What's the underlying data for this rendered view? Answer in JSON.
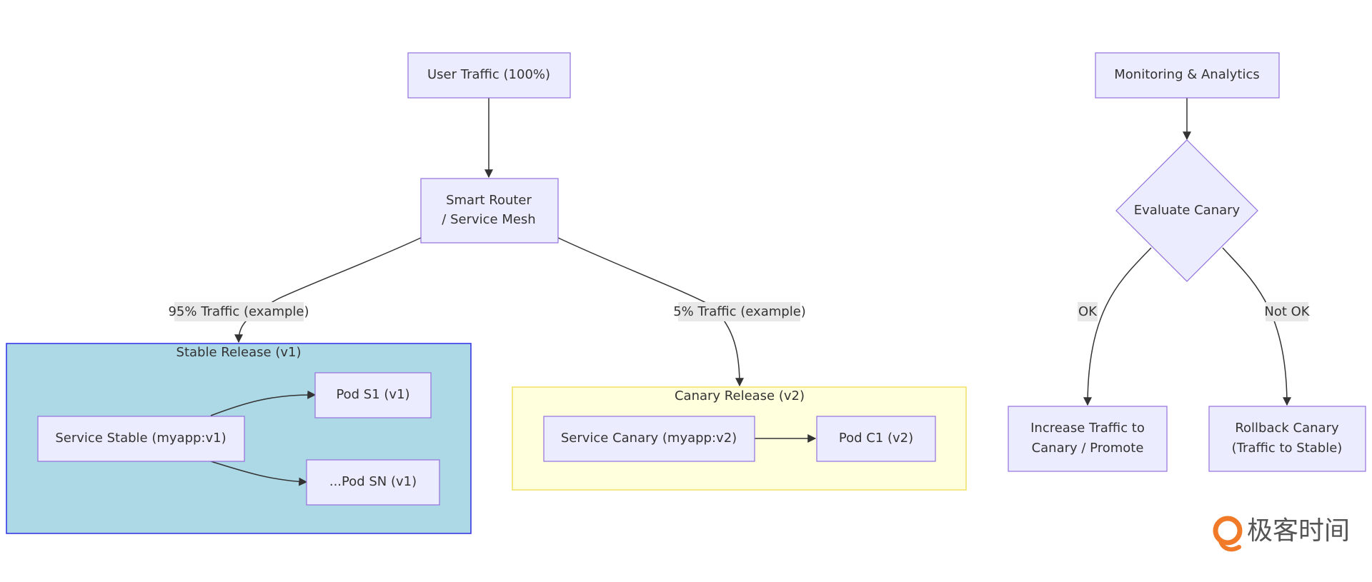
{
  "nodes": {
    "user_traffic": "User Traffic (100%)",
    "router_line1": "Smart Router",
    "router_line2": "/ Service Mesh",
    "monitoring": "Monitoring & Analytics",
    "evaluate": "Evaluate Canary",
    "service_stable": "Service Stable (myapp:v1)",
    "pod_s1": "Pod S1 (v1)",
    "pod_sn": "...Pod SN (v1)",
    "service_canary": "Service Canary (myapp:v2)",
    "pod_c1": "Pod C1 (v2)",
    "increase_line1": "Increase Traffic to",
    "increase_line2": "Canary / Promote",
    "rollback_line1": "Rollback Canary",
    "rollback_line2": "(Traffic to Stable)"
  },
  "clusters": {
    "stable": "Stable Release (v1)",
    "canary": "Canary Release (v2)"
  },
  "edges": {
    "stable_traffic": "95% Traffic (example)",
    "canary_traffic": "5% Traffic (example)",
    "ok": "OK",
    "not_ok": "Not OK"
  },
  "logo": {
    "text": "极客时间"
  },
  "colors": {
    "node_fill": "#ECECFF",
    "node_stroke": "#9370DB",
    "stable_cluster": "#ADD8E6",
    "canary_cluster": "#FFFFDE",
    "logo_orange": "#F07A28"
  }
}
